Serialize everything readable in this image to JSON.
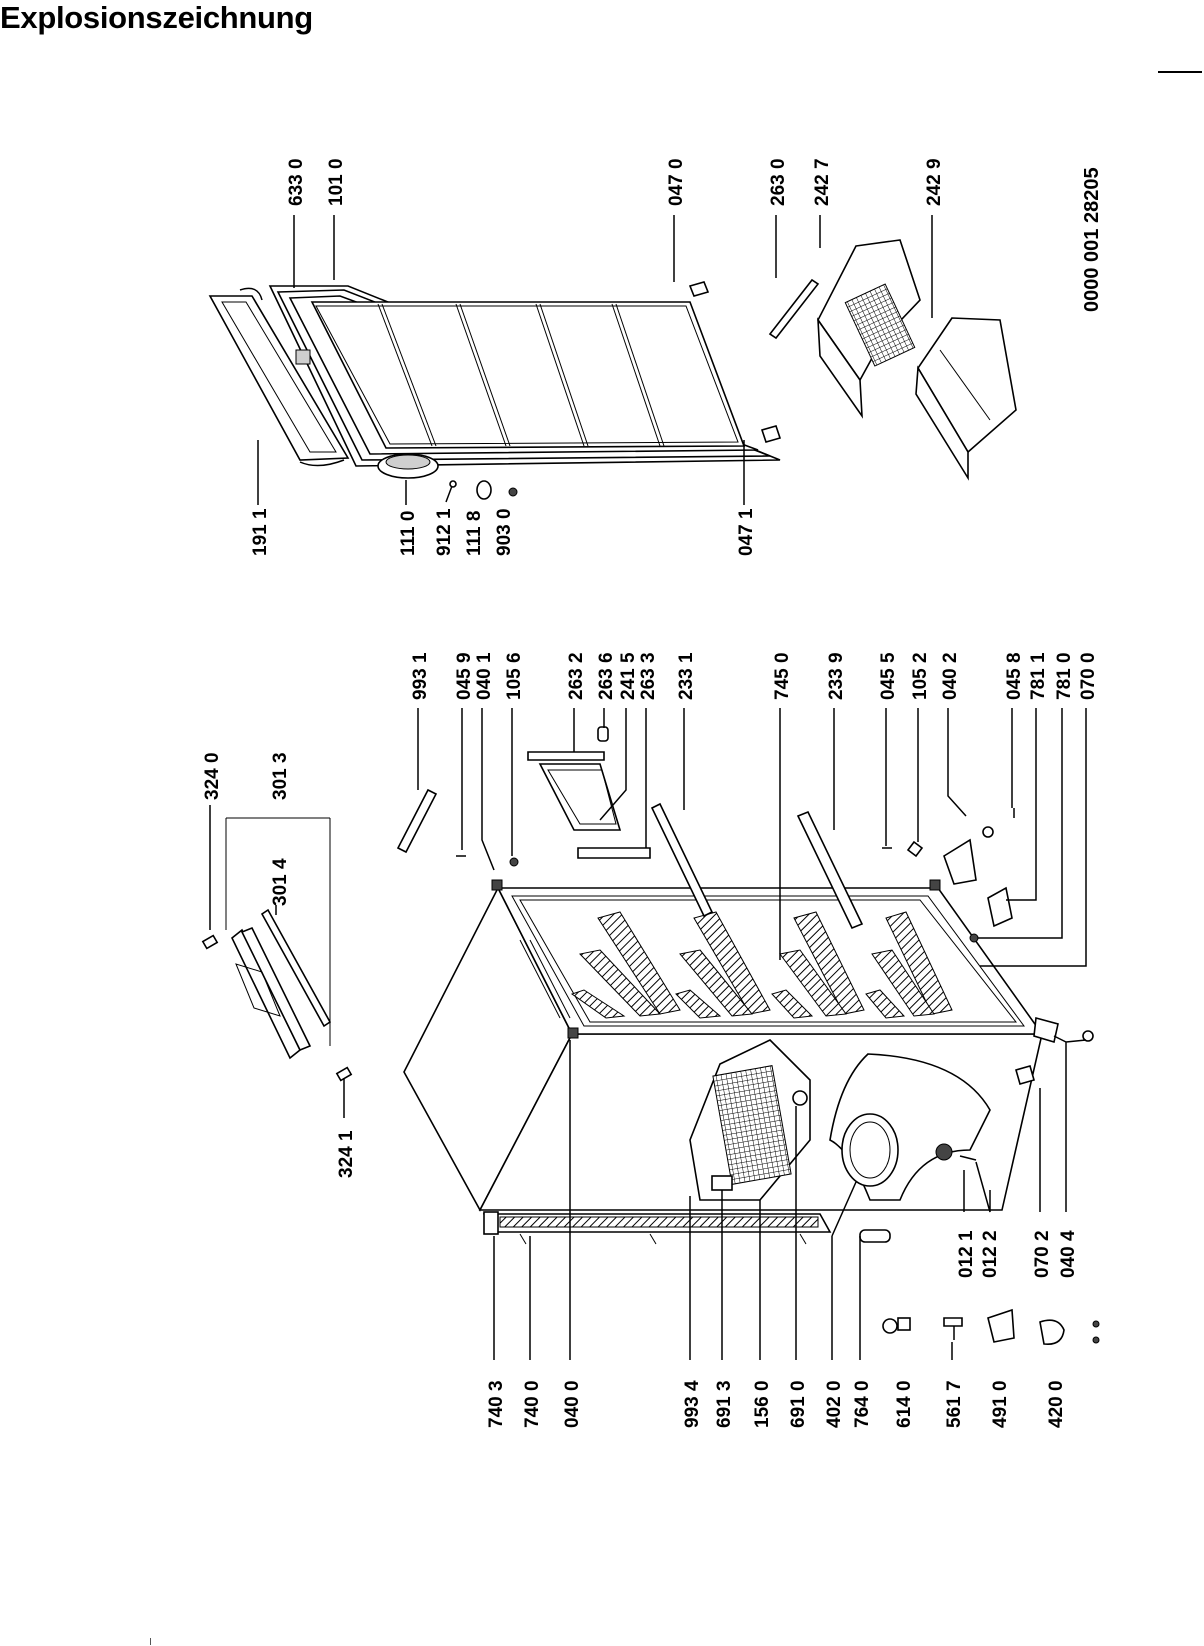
{
  "title": "Explosionszeichnung",
  "drawing_code": "0000 001 28205",
  "part_labels": {
    "p0040_0": "040 0",
    "p0040_1": "040 1",
    "p0040_2": "040 2",
    "p0040_4": "040 4",
    "p0045_5": "045 5",
    "p0045_8": "045 8",
    "p0045_9": "045 9",
    "p0047_0": "047 0",
    "p0047_1": "047 1",
    "p0070_0": "070 0",
    "p0070_2": "070 2",
    "p0012_1": "012 1",
    "p0012_2": "012 2",
    "p0101_0": "101 0",
    "p0105_2": "105 2",
    "p0105_6": "105 6",
    "p0111_0": "111 0",
    "p0111_8": "111 8",
    "p0156_0": "156 0",
    "p0191_1": "191 1",
    "p0233_1": "233 1",
    "p0233_9": "233 9",
    "p0241_5": "241 5",
    "p0242_7": "242 7",
    "p0242_9": "242 9",
    "p0263_0": "263 0",
    "p0263_2": "263 2",
    "p0263_3": "263 3",
    "p0263_6": "263 6",
    "p0301_3": "301 3",
    "p0301_4": "301 4",
    "p0324_0": "324 0",
    "p0324_1": "324 1",
    "p0402_0": "402 0",
    "p0420_0": "420 0",
    "p0491_0": "491 0",
    "p0561_7": "561 7",
    "p0614_0": "614 0",
    "p0633_0": "633 0",
    "p0691_0": "691 0",
    "p0691_3": "691 3",
    "p0740_0": "740 0",
    "p0740_3": "740 3",
    "p0745_0": "745 0",
    "p0764_0": "764 0",
    "p0781_0": "781 0",
    "p0781_1": "781 1",
    "p0903_0": "903 0",
    "p0912_1": "912 1",
    "p0993_1": "993 1",
    "p0993_4": "993 4"
  }
}
